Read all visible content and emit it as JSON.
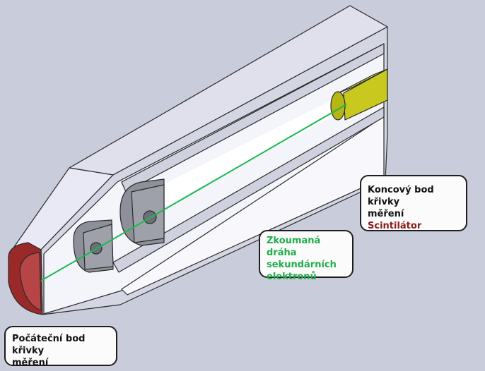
{
  "colors": {
    "background": "#c9ccdb",
    "housing_light": "#f2f3fa",
    "housing_mid": "#d6d8e4",
    "housing_dark": "#9fa2b2",
    "edge": "#2a2a2a",
    "particle_path": "#1db84f",
    "scintillator": "#c8c81e",
    "start_cap": "#9a2a2a",
    "label_red": "#8b1a1a",
    "label_green": "#1fae4a"
  },
  "labels": {
    "end_point": {
      "line1": "Koncový bod křivky",
      "line2": "měření",
      "line3": "Scintilátor"
    },
    "path": {
      "line1": "Zkoumaná dráha",
      "line2": "sekundárních",
      "line3": "elektronů"
    },
    "start_point": {
      "line1": "Počáteční bod křivky",
      "line2": "měření"
    }
  }
}
